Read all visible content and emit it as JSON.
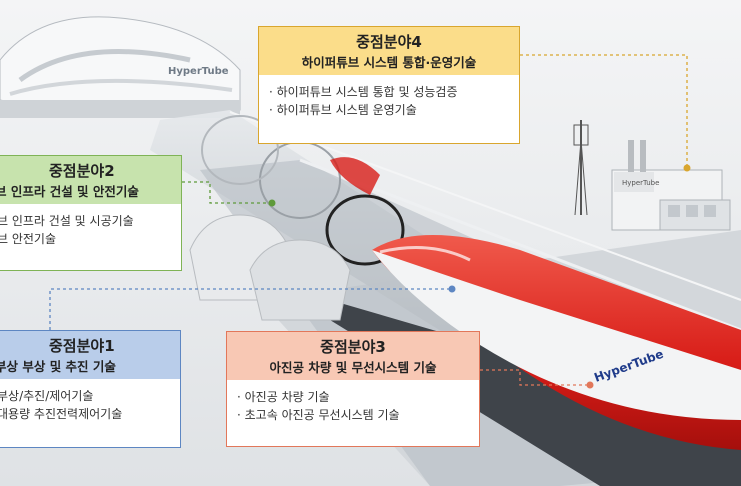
{
  "cards": {
    "c4": {
      "title": "중점분야4",
      "subtitle": "하이퍼튜브 시스템 통합·운영기술",
      "items": [
        "· 하이퍼튜브 시스템 통합 및 성능검증",
        "· 하이퍼튜브 시스템 운영기술"
      ]
    },
    "c2": {
      "title": "중점분야2",
      "subtitle": "브 인프라 건설 및 안전기술",
      "items": [
        "브 인프라 건설 및 시공기술",
        "브 안전기술"
      ]
    },
    "c1": {
      "title": "중점분야1",
      "subtitle": "부상 부상 및 추진 기술",
      "items": [
        "부상/추진/제어기술",
        "대용량 추진전력제어기술"
      ]
    },
    "c3": {
      "title": "중점분야3",
      "subtitle": "아진공 차량 및 무선시스템 기술",
      "items": [
        "· 아진공 차량 기술",
        "· 초고속 아진공 무선시스템 기술"
      ]
    }
  },
  "labels": {
    "station_brand": "HyperTube",
    "vehicle_brand": "HyperTube",
    "building_brand": "HyperTube"
  },
  "colors": {
    "c4": "#fbdd8a",
    "c2": "#c7e3ad",
    "c1": "#b9cdea",
    "c3": "#f8c8b4",
    "vehicle_red": "#e0201c",
    "tube": "#c9ced3"
  }
}
